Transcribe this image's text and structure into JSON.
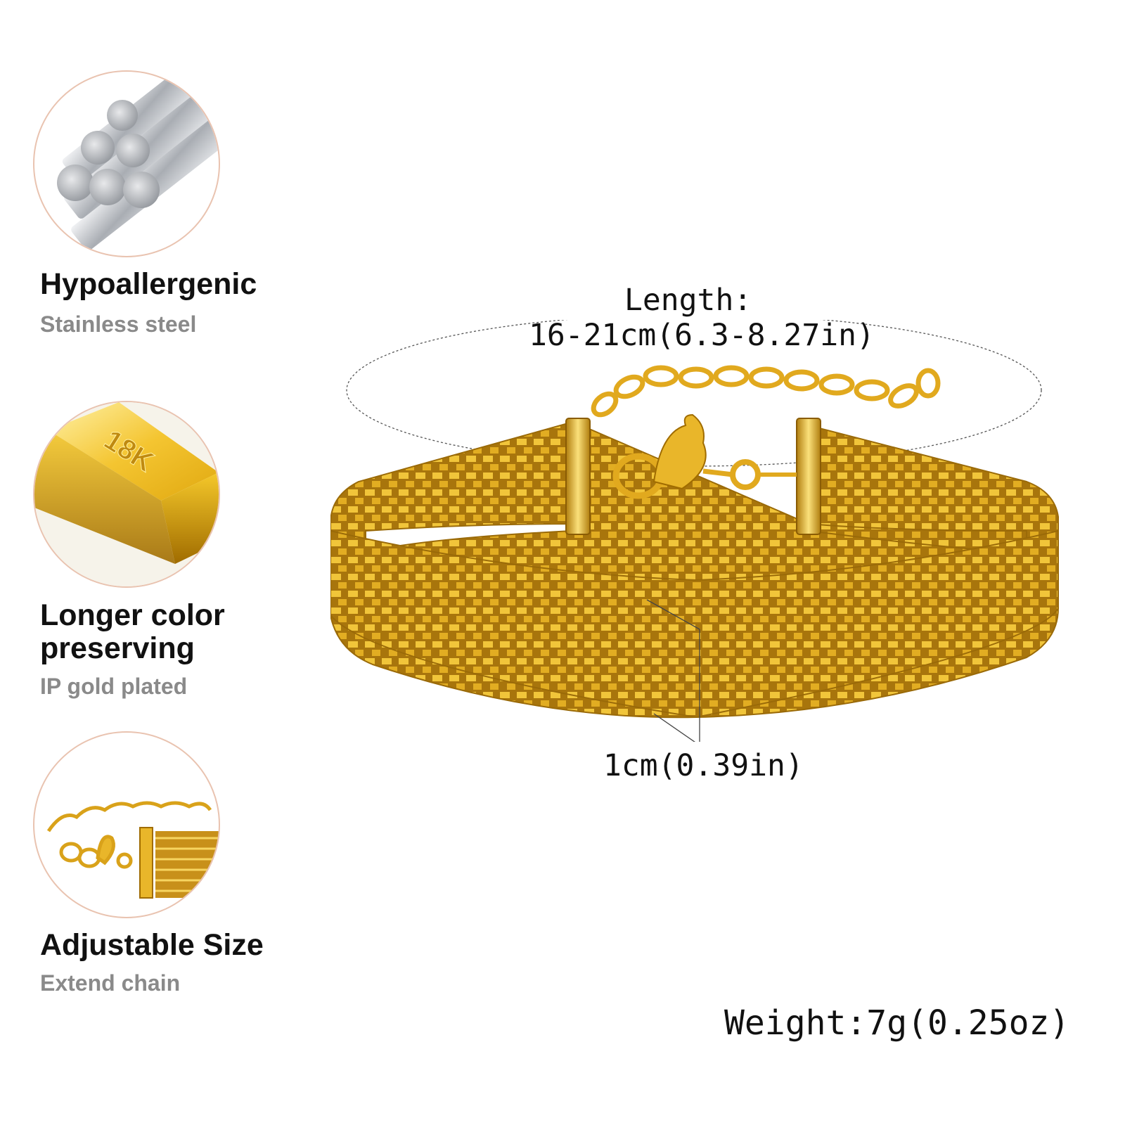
{
  "colors": {
    "circle_border": "#e9c3b0",
    "gold": "#e9b62a",
    "gold_dark": "#b07d0e",
    "steel": "#b9bcc0",
    "subtitle": "#8a8a8a"
  },
  "features": [
    {
      "icon": "steel-rods-icon",
      "title": "Hypoallergenic",
      "subtitle": "Stainless steel"
    },
    {
      "icon": "gold-bar-icon",
      "badge": "18K",
      "title_line1": "Longer color",
      "title_line2": "preserving",
      "subtitle": "IP gold plated"
    },
    {
      "icon": "extend-chain-icon",
      "title": "Adjustable Size",
      "subtitle": "Extend chain"
    }
  ],
  "dimensions": {
    "length_label": "Length:",
    "length_value": "16-21cm(6.3-8.27in)",
    "width_value": "1cm(0.39in)",
    "weight": "Weight:7g(0.25oz)"
  }
}
